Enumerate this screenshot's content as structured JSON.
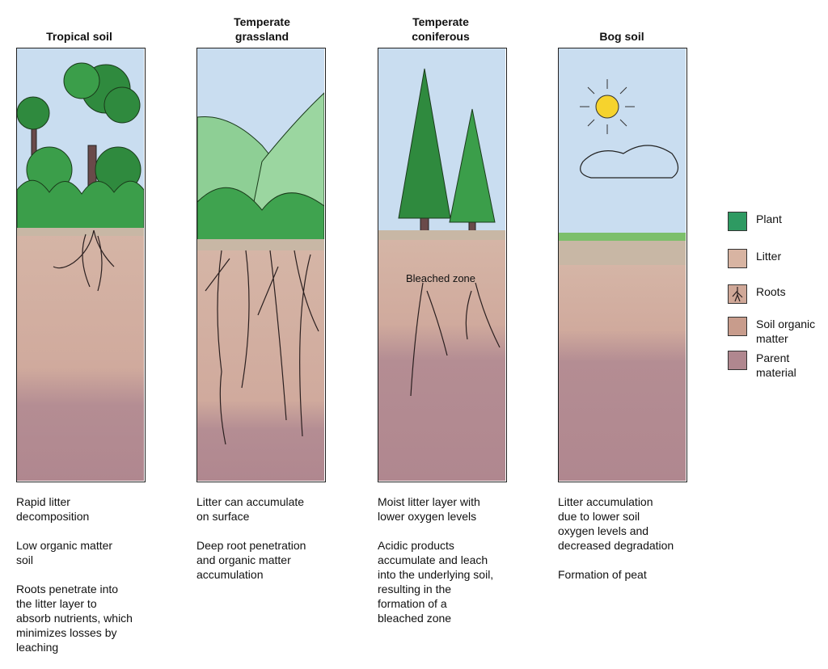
{
  "columns": [
    {
      "title": "Tropical soil",
      "desc": [
        "Rapid litter\ndecomposition",
        "Low organic matter\nsoil",
        "Roots penetrate into\nthe litter layer to\nabsorb nutrients, which\nminimizes losses by\nleaching"
      ]
    },
    {
      "title": "Temperate\ngrassland",
      "desc": [
        "Litter can accumulate\non surface",
        "Deep root penetration\nand organic matter\naccumulation"
      ]
    },
    {
      "title": "Temperate\nconiferous",
      "desc": [
        "Moist litter layer with\nlower oxygen levels",
        "Acidic products\naccumulate and leach\ninto the underlying soil,\nresulting in the\nformation of a\nbleached zone"
      ],
      "annotation": "Bleached zone"
    },
    {
      "title": "Bog soil",
      "desc": [
        "Litter accumulation\ndue to lower soil\noxygen levels and\ndecreased degradation",
        "Formation of peat"
      ]
    }
  ],
  "legend": [
    {
      "label": "Plant",
      "color": "#2e9a62"
    },
    {
      "label": "Litter",
      "color": "#d8b4a2"
    },
    {
      "label": "Roots",
      "color": "#d0a898"
    },
    {
      "label": "Soil organic\nmatter",
      "color": "#c89c8c"
    },
    {
      "label": "Parent\nmaterial",
      "color": "#b0878f"
    }
  ],
  "colors": {
    "sky": "#c9ddf0",
    "soil": "#d1aca0",
    "parent": "#b0878f",
    "plant_dark": "#2f8a3e",
    "plant_light": "#8ecf95",
    "sun": "#f6d32d"
  }
}
